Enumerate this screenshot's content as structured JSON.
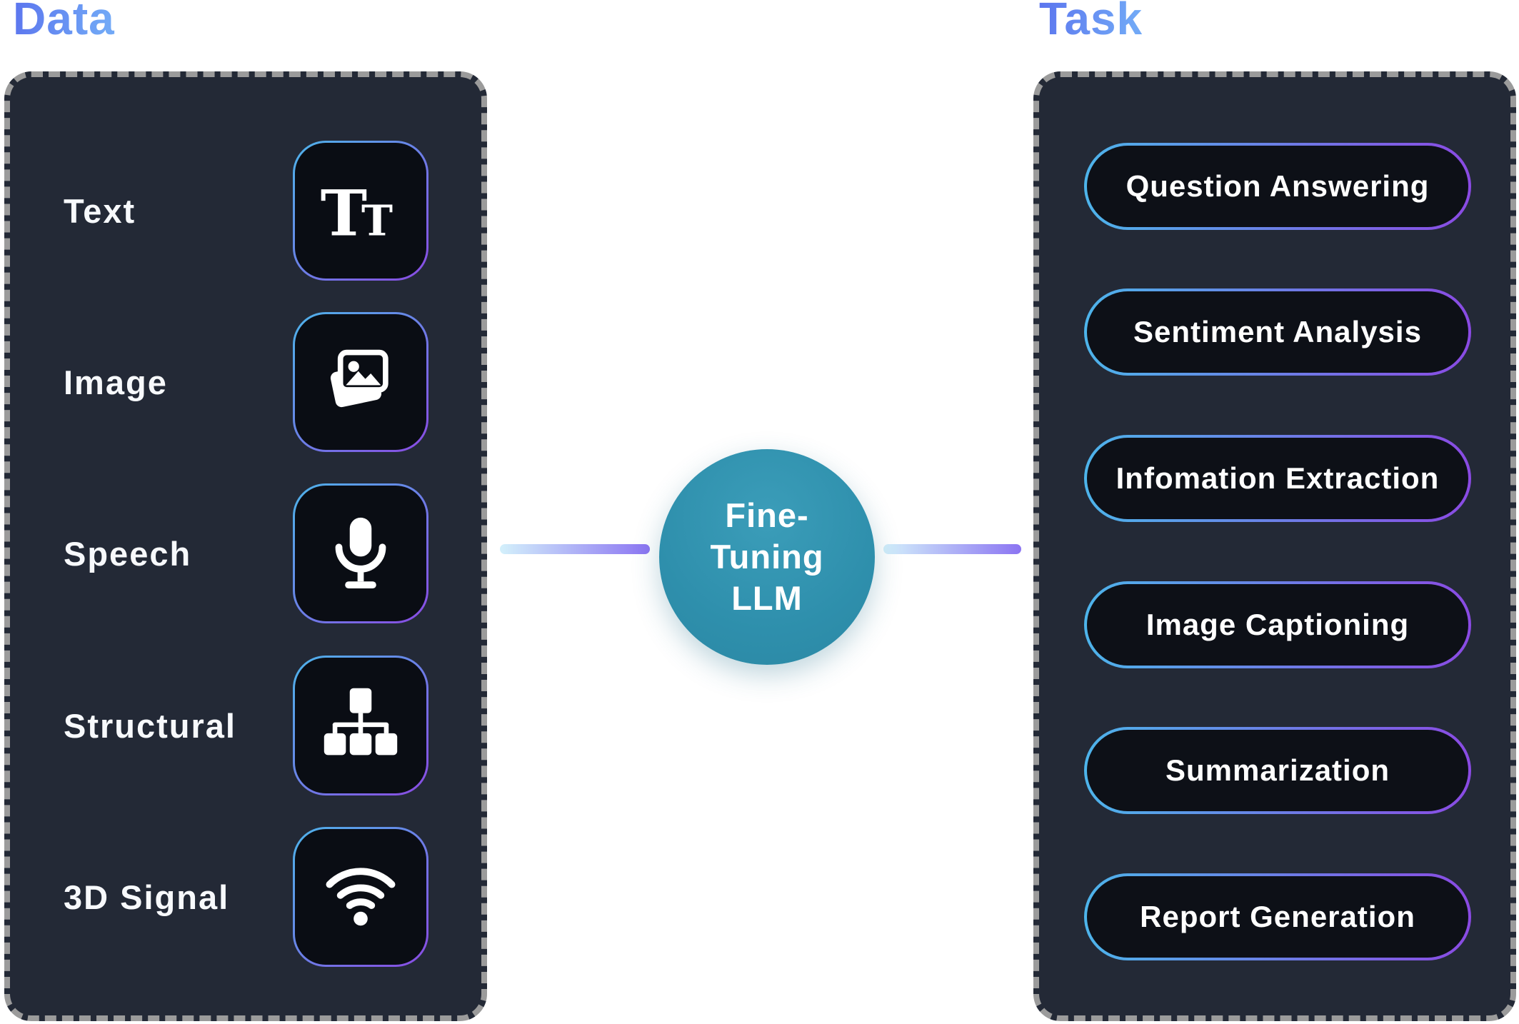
{
  "headings": {
    "data": "Data",
    "task": "Task"
  },
  "data_items": [
    {
      "label": "Text",
      "icon": "text-icon"
    },
    {
      "label": "Image",
      "icon": "image-icon"
    },
    {
      "label": "Speech",
      "icon": "microphone-icon"
    },
    {
      "label": "Structural",
      "icon": "sitemap-icon"
    },
    {
      "label": "3D Signal",
      "icon": "wifi-icon"
    }
  ],
  "center_node": {
    "label": "Fine-Tuning LLM",
    "lines": [
      "Fine-",
      "Tuning",
      "LLM"
    ]
  },
  "tasks": [
    {
      "label": "Question Answering"
    },
    {
      "label": "Sentiment Analysis"
    },
    {
      "label": "Infomation Extraction"
    },
    {
      "label": "Image Captioning"
    },
    {
      "label": "Summarization"
    },
    {
      "label": "Report Generation"
    }
  ],
  "colors": {
    "heading_gradient_start": "#5b74ee",
    "heading_gradient_end": "#71a8f6",
    "panel_background": "#232936",
    "panel_dash_border": "#9b9b9b",
    "tile_background": "#0a0d14",
    "border_gradient_start": "#4db4ea",
    "border_gradient_end": "#8a4ae3",
    "pill_background": "#0d1017",
    "node_teal": "#2e8fac",
    "connector_gradient_start": "#d3f0fb",
    "connector_gradient_end": "#8b74f2",
    "label_text": "#f7f9fc"
  }
}
